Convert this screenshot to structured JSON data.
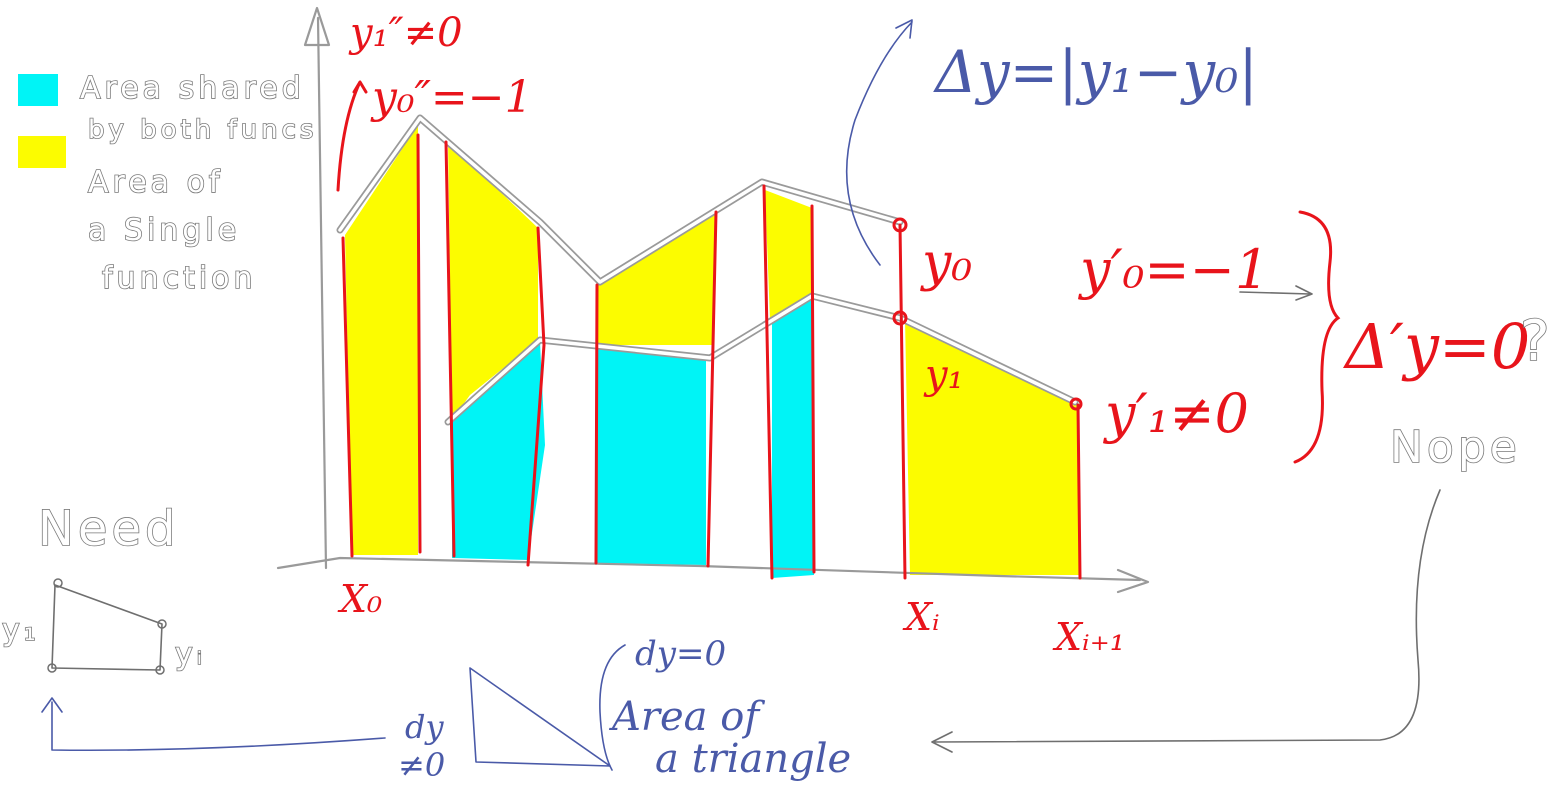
{
  "colors": {
    "shared_area": "#00f4f6",
    "single_area": "#fcfc00",
    "annotation_red": "#e8141b",
    "annotation_blue": "#4a5aa8",
    "axis_gray": "#9a9a9a"
  },
  "legend": {
    "shared_label_line1": "Area shared",
    "shared_label_line2": "by both funcs",
    "single_label_line1": "Area of",
    "single_label_line2": "a Single",
    "single_label_line3": "function"
  },
  "top_left_notes": {
    "y1_second": "y₁″≠0",
    "y0_second": "y₀″=−1"
  },
  "delta_formula": "Δy=|y₁−y₀|",
  "labels": {
    "y0": "y₀",
    "y1": "y₁",
    "x0": "X₀",
    "xi": "Xᵢ",
    "xi1": "Xᵢ₊₁"
  },
  "right_notes": {
    "y0_prime": "y′₀=−1",
    "y1_prime": "y′₁≠0",
    "delta_prime": "Δ′y=0",
    "question": "?",
    "nope": "Nope"
  },
  "need": {
    "title": "Need",
    "left_label": "y₁",
    "right_label": "yᵢ"
  },
  "triangle": {
    "dy_zero": "dy=0",
    "dy_nonzero_line1": "dy",
    "dy_nonzero_line2": "≠0",
    "area_line1": "Area of",
    "area_line2": "a triangle"
  }
}
